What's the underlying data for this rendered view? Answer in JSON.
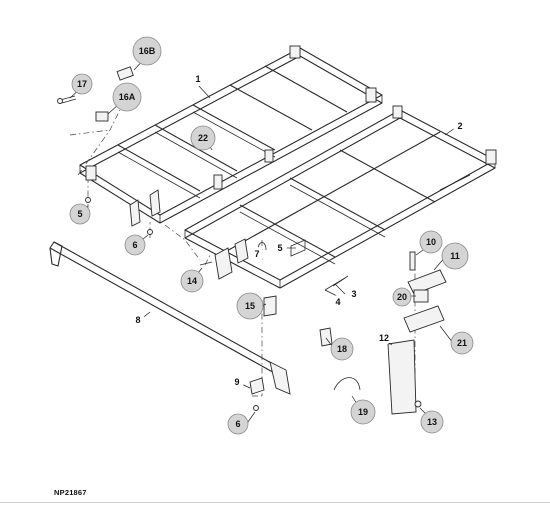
{
  "figure": {
    "code": "NP21867"
  },
  "callouts": [
    {
      "id": "c1",
      "label": "1"
    },
    {
      "id": "c2",
      "label": "2"
    },
    {
      "id": "c3",
      "label": "3"
    },
    {
      "id": "c4",
      "label": "4"
    },
    {
      "id": "c5a",
      "label": "5"
    },
    {
      "id": "c5b",
      "label": "5"
    },
    {
      "id": "c6a",
      "label": "6"
    },
    {
      "id": "c6b",
      "label": "6"
    },
    {
      "id": "c7",
      "label": "7"
    },
    {
      "id": "c8",
      "label": "8"
    },
    {
      "id": "c9",
      "label": "9"
    },
    {
      "id": "c10",
      "label": "10"
    },
    {
      "id": "c11",
      "label": "11"
    },
    {
      "id": "c12",
      "label": "12"
    },
    {
      "id": "c13",
      "label": "13"
    },
    {
      "id": "c14",
      "label": "14"
    },
    {
      "id": "c15",
      "label": "15"
    },
    {
      "id": "c16a",
      "label": "16A"
    },
    {
      "id": "c16b",
      "label": "16B"
    },
    {
      "id": "c17",
      "label": "17"
    },
    {
      "id": "c18",
      "label": "18"
    },
    {
      "id": "c19",
      "label": "19"
    },
    {
      "id": "c20",
      "label": "20"
    },
    {
      "id": "c21",
      "label": "21"
    },
    {
      "id": "c22",
      "label": "22"
    }
  ]
}
